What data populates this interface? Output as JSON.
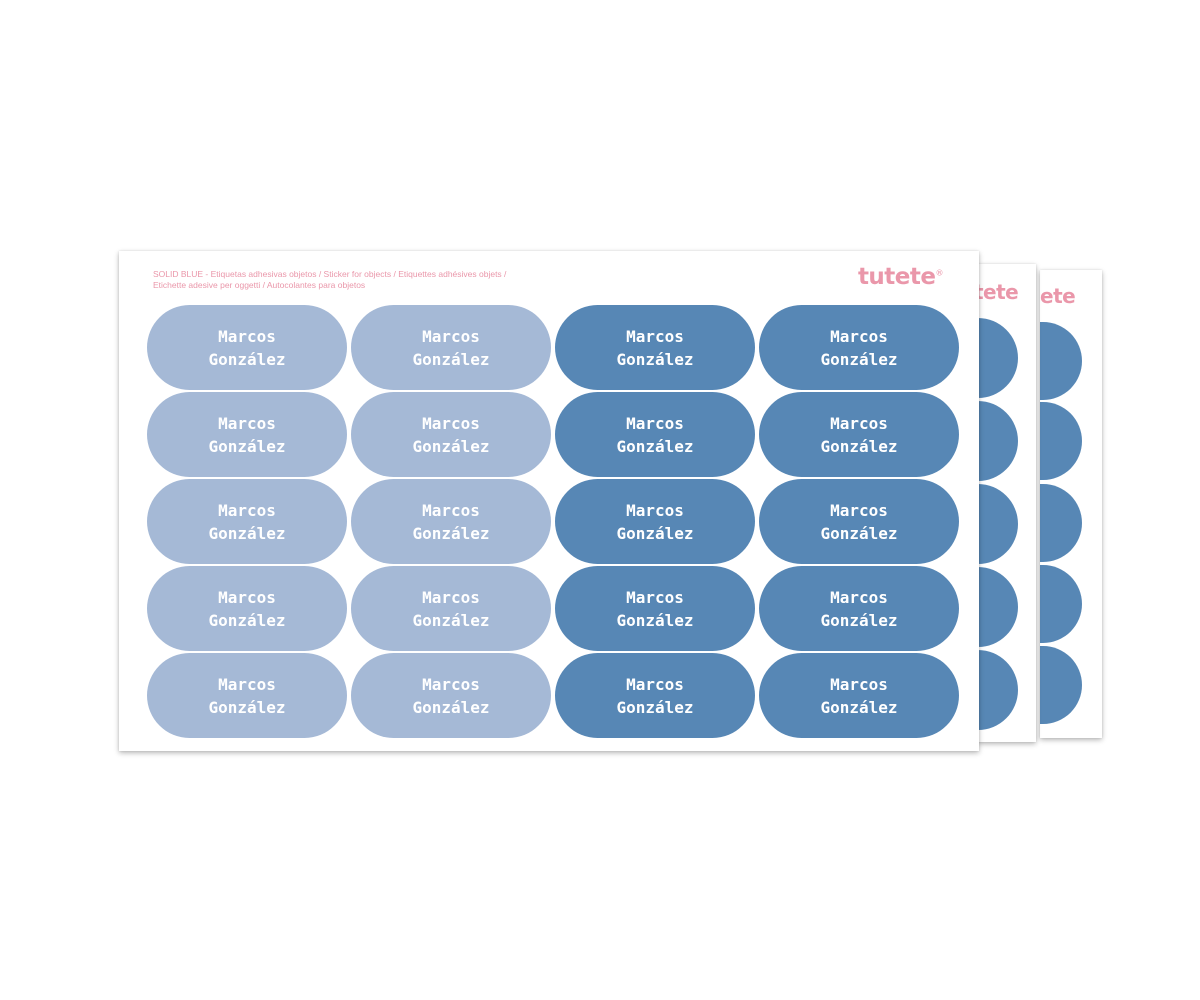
{
  "product": {
    "title": "SOLID BLUE - Etiquetas adhesivas objetos / Sticker for objects / Etiquettes adhésives objets /",
    "subtitle": "Etichette adesive per oggetti / Autocolantes para objetos"
  },
  "brand": {
    "name": "tutete",
    "mark": "®",
    "back_sheet_1_logo": "tete",
    "back_sheet_2_logo": "ete"
  },
  "label_text": {
    "first_name": "Marcos",
    "last_name": "González"
  },
  "colors": {
    "light_label": "#a5b9d6",
    "dark_label": "#5787b5",
    "brand_pink": "#ea97aa"
  },
  "grid": {
    "rows": 5,
    "column_shades": [
      "light",
      "light",
      "dark",
      "dark"
    ]
  }
}
